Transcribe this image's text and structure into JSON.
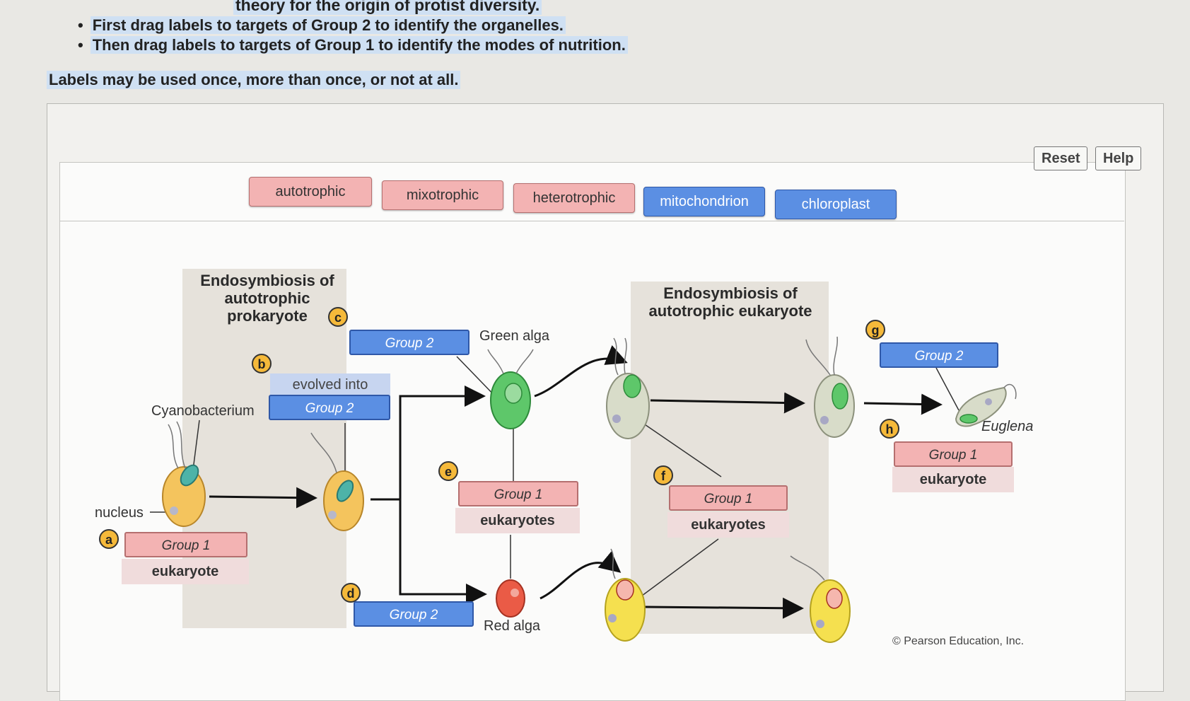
{
  "instructions": {
    "title": "theory for the origin of protist diversity.",
    "bullets": [
      "First drag labels to targets of Group 2 to identify the organelles.",
      "Then drag labels to targets of Group 1 to identify the modes of nutrition."
    ],
    "note": "Labels may be used once, more than once, or not at all."
  },
  "toolbar": {
    "reset_label": "Reset",
    "help_label": "Help"
  },
  "label_bank": [
    {
      "text": "autotrophic",
      "group": "Group 1"
    },
    {
      "text": "mixotrophic",
      "group": "Group 1"
    },
    {
      "text": "heterotrophic",
      "group": "Group 1"
    },
    {
      "text": "mitochondrion",
      "group": "Group 2"
    },
    {
      "text": "chloroplast",
      "group": "Group 2"
    }
  ],
  "headers": {
    "prokaryote": "Endosymbiosis of autotrophic prokaryote",
    "eukaryote": "Endosymbiosis of autotrophic eukaryote"
  },
  "markers": [
    "a",
    "b",
    "c",
    "d",
    "e",
    "f",
    "g",
    "h"
  ],
  "targets": {
    "a": {
      "group": "Group 1",
      "sub": "eukaryote"
    },
    "b": {
      "group": "Group 2",
      "sub": "evolved into"
    },
    "c": {
      "group": "Group 2"
    },
    "d": {
      "group": "Group 2"
    },
    "e": {
      "group": "Group 1",
      "sub": "eukaryotes"
    },
    "f": {
      "group": "Group 1",
      "sub": "eukaryotes"
    },
    "g": {
      "group": "Group 2"
    },
    "h": {
      "group": "Group 1",
      "sub": "eukaryote"
    }
  },
  "organisms": {
    "cyanobacterium": "Cyanobacterium",
    "nucleus": "nucleus",
    "green_alga": "Green alga",
    "red_alga": "Red alga",
    "euglena": "Euglena"
  },
  "colors": {
    "pink_label": "#f3b3b3",
    "blue_label": "#5b8fe3",
    "marker": "#f5b93a"
  },
  "copyright": "© Pearson Education, Inc."
}
